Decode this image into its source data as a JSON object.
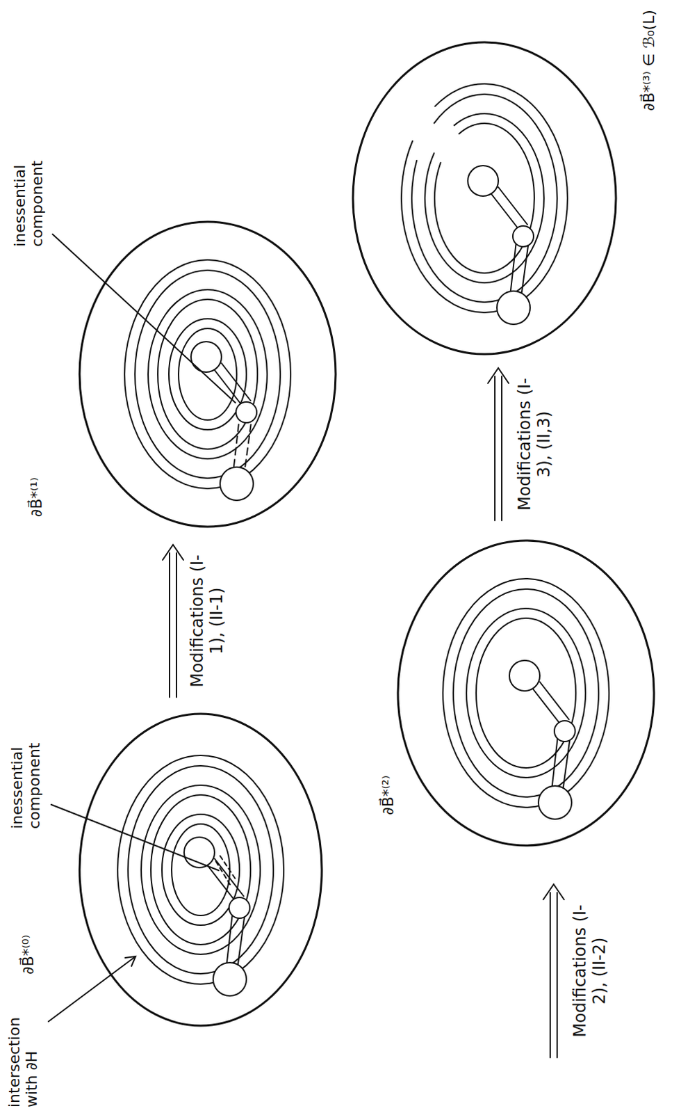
{
  "diagram": {
    "labels": [
      "∂B⃗*⁽⁰⁾",
      "inessential component",
      "intersection with ∂H",
      "Modifications (I-1), (II-1)",
      "∂B⃗*⁽¹⁾",
      "inessential component",
      "Modifications (I-2), (II-2)",
      "∂B⃗*⁽²⁾",
      "Modifications (I-3), (II,3)",
      "∂B⃗*⁽³⁾ ∈ ℬ₀(L)"
    ]
  }
}
